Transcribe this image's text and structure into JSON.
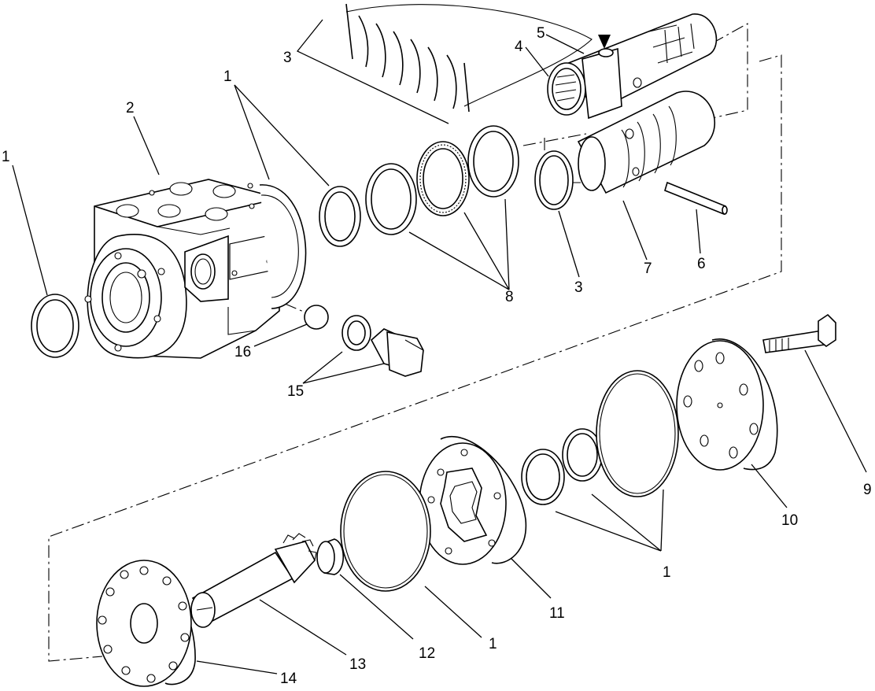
{
  "diagram": {
    "type": "exploded-parts-view",
    "callouts": {
      "ring_left": "1",
      "housing": "2",
      "housing_seal": "1",
      "seal_group": "3",
      "seal_small": "3",
      "bearing_race": "4",
      "spring_pin": "5",
      "drive_pin": "6",
      "sleeve": "7",
      "thrust_group": "8",
      "cap_screw": "9",
      "end_cap": "10",
      "gerotor": "11",
      "spacer": "12",
      "drive_shaft": "13",
      "plate": "14",
      "plug_group": "15",
      "check_ball": "16",
      "seal_set_lower": "1",
      "o_ring_lower": "1"
    }
  }
}
